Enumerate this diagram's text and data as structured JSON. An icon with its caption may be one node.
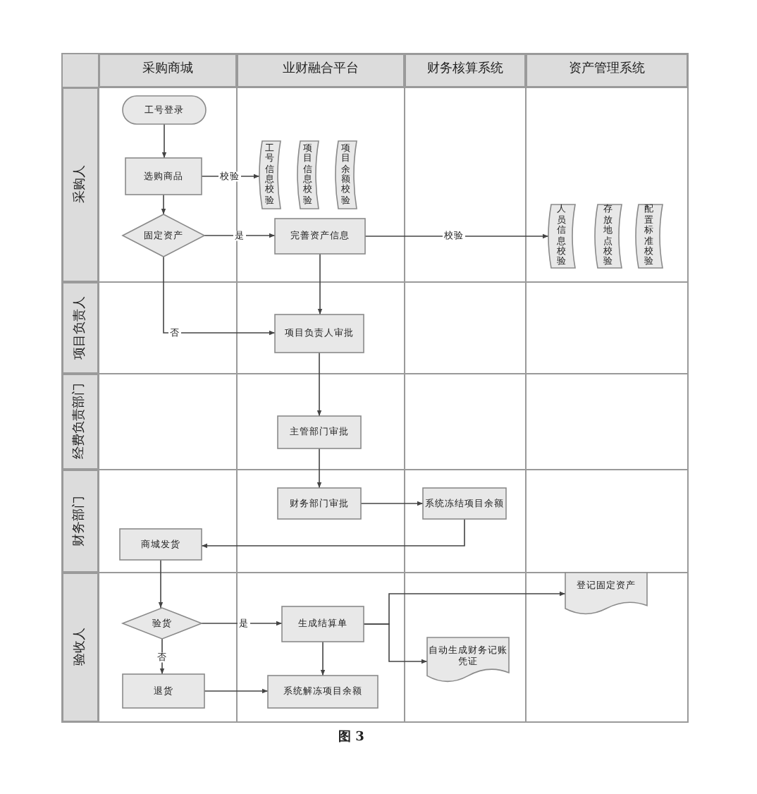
{
  "diagram": {
    "caption": "图 3",
    "nodes": [
      {
        "text": [
          "采购商城"
        ]
      },
      {
        "text": [
          "业财融合平台"
        ]
      },
      {
        "text": [
          "财务核算系统"
        ]
      },
      {
        "text": [
          "资产管理系统"
        ]
      },
      {
        "text": [
          "采购人"
        ]
      },
      {
        "text": [
          "项目负责人"
        ]
      },
      {
        "text": [
          "经费负责部门"
        ]
      },
      {
        "text": [
          "财务部门"
        ]
      },
      {
        "text": [
          "验收人"
        ]
      },
      {
        "text": [
          "工号登录"
        ]
      },
      {
        "text": [
          "选购商品"
        ]
      },
      {
        "text": [
          "工号信息校验"
        ]
      },
      {
        "text": [
          "项目信息校验"
        ]
      },
      {
        "text": [
          "项目余额校验"
        ]
      },
      {
        "text": [
          "固定资产"
        ]
      },
      {
        "text": [
          "完善资产信息"
        ]
      },
      {
        "text": [
          "人员信息校验"
        ]
      },
      {
        "text": [
          "存放地点校验"
        ]
      },
      {
        "text": [
          "配置标准校验"
        ]
      },
      {
        "text": [
          "项目负责人审批"
        ]
      },
      {
        "text": [
          "主管部门审批"
        ]
      },
      {
        "text": [
          "财务部门审批"
        ]
      },
      {
        "text": [
          "系统冻结项目余额"
        ]
      },
      {
        "text": [
          "商城发货"
        ]
      },
      {
        "text": [
          "登记固定资产"
        ]
      },
      {
        "text": [
          "验货"
        ]
      },
      {
        "text": [
          "生成结算单"
        ]
      },
      {
        "text": [
          "自动生成财务记账凭证"
        ]
      },
      {
        "text": [
          "退货"
        ]
      },
      {
        "text": [
          "系统解冻项目余额"
        ]
      }
    ],
    "edges": [
      {
        "from": 9,
        "to": 10,
        "arrow": "to"
      },
      {
        "from": 10,
        "to": 11,
        "arrow": "to",
        "label": "校验"
      },
      {
        "from": 10,
        "to": 14,
        "arrow": "to"
      },
      {
        "from": 14,
        "to": 15,
        "arrow": "to",
        "label": "是"
      },
      {
        "from": 15,
        "to": 16,
        "arrow": "to",
        "label": "校验"
      },
      {
        "from": 14,
        "to": 19,
        "arrow": "to",
        "label": "否"
      },
      {
        "from": 15,
        "to": 19,
        "arrow": "to"
      },
      {
        "from": 19,
        "to": 20,
        "arrow": "to"
      },
      {
        "from": 20,
        "to": 21,
        "arrow": "to"
      },
      {
        "from": 21,
        "to": 22,
        "arrow": "to"
      },
      {
        "from": 22,
        "to": 23,
        "arrow": "to"
      },
      {
        "from": 23,
        "to": 25,
        "arrow": "to"
      },
      {
        "from": 25,
        "to": 26,
        "arrow": "to",
        "label": "是"
      },
      {
        "from": 25,
        "to": 28,
        "arrow": "to",
        "label": "否"
      },
      {
        "from": 26,
        "to": 29,
        "arrow": "to"
      },
      {
        "from": 26,
        "to": 27,
        "arrow": "to"
      },
      {
        "from": 26,
        "to": 24,
        "arrow": "to"
      },
      {
        "from": 28,
        "to": 29,
        "arrow": "to"
      }
    ]
  }
}
